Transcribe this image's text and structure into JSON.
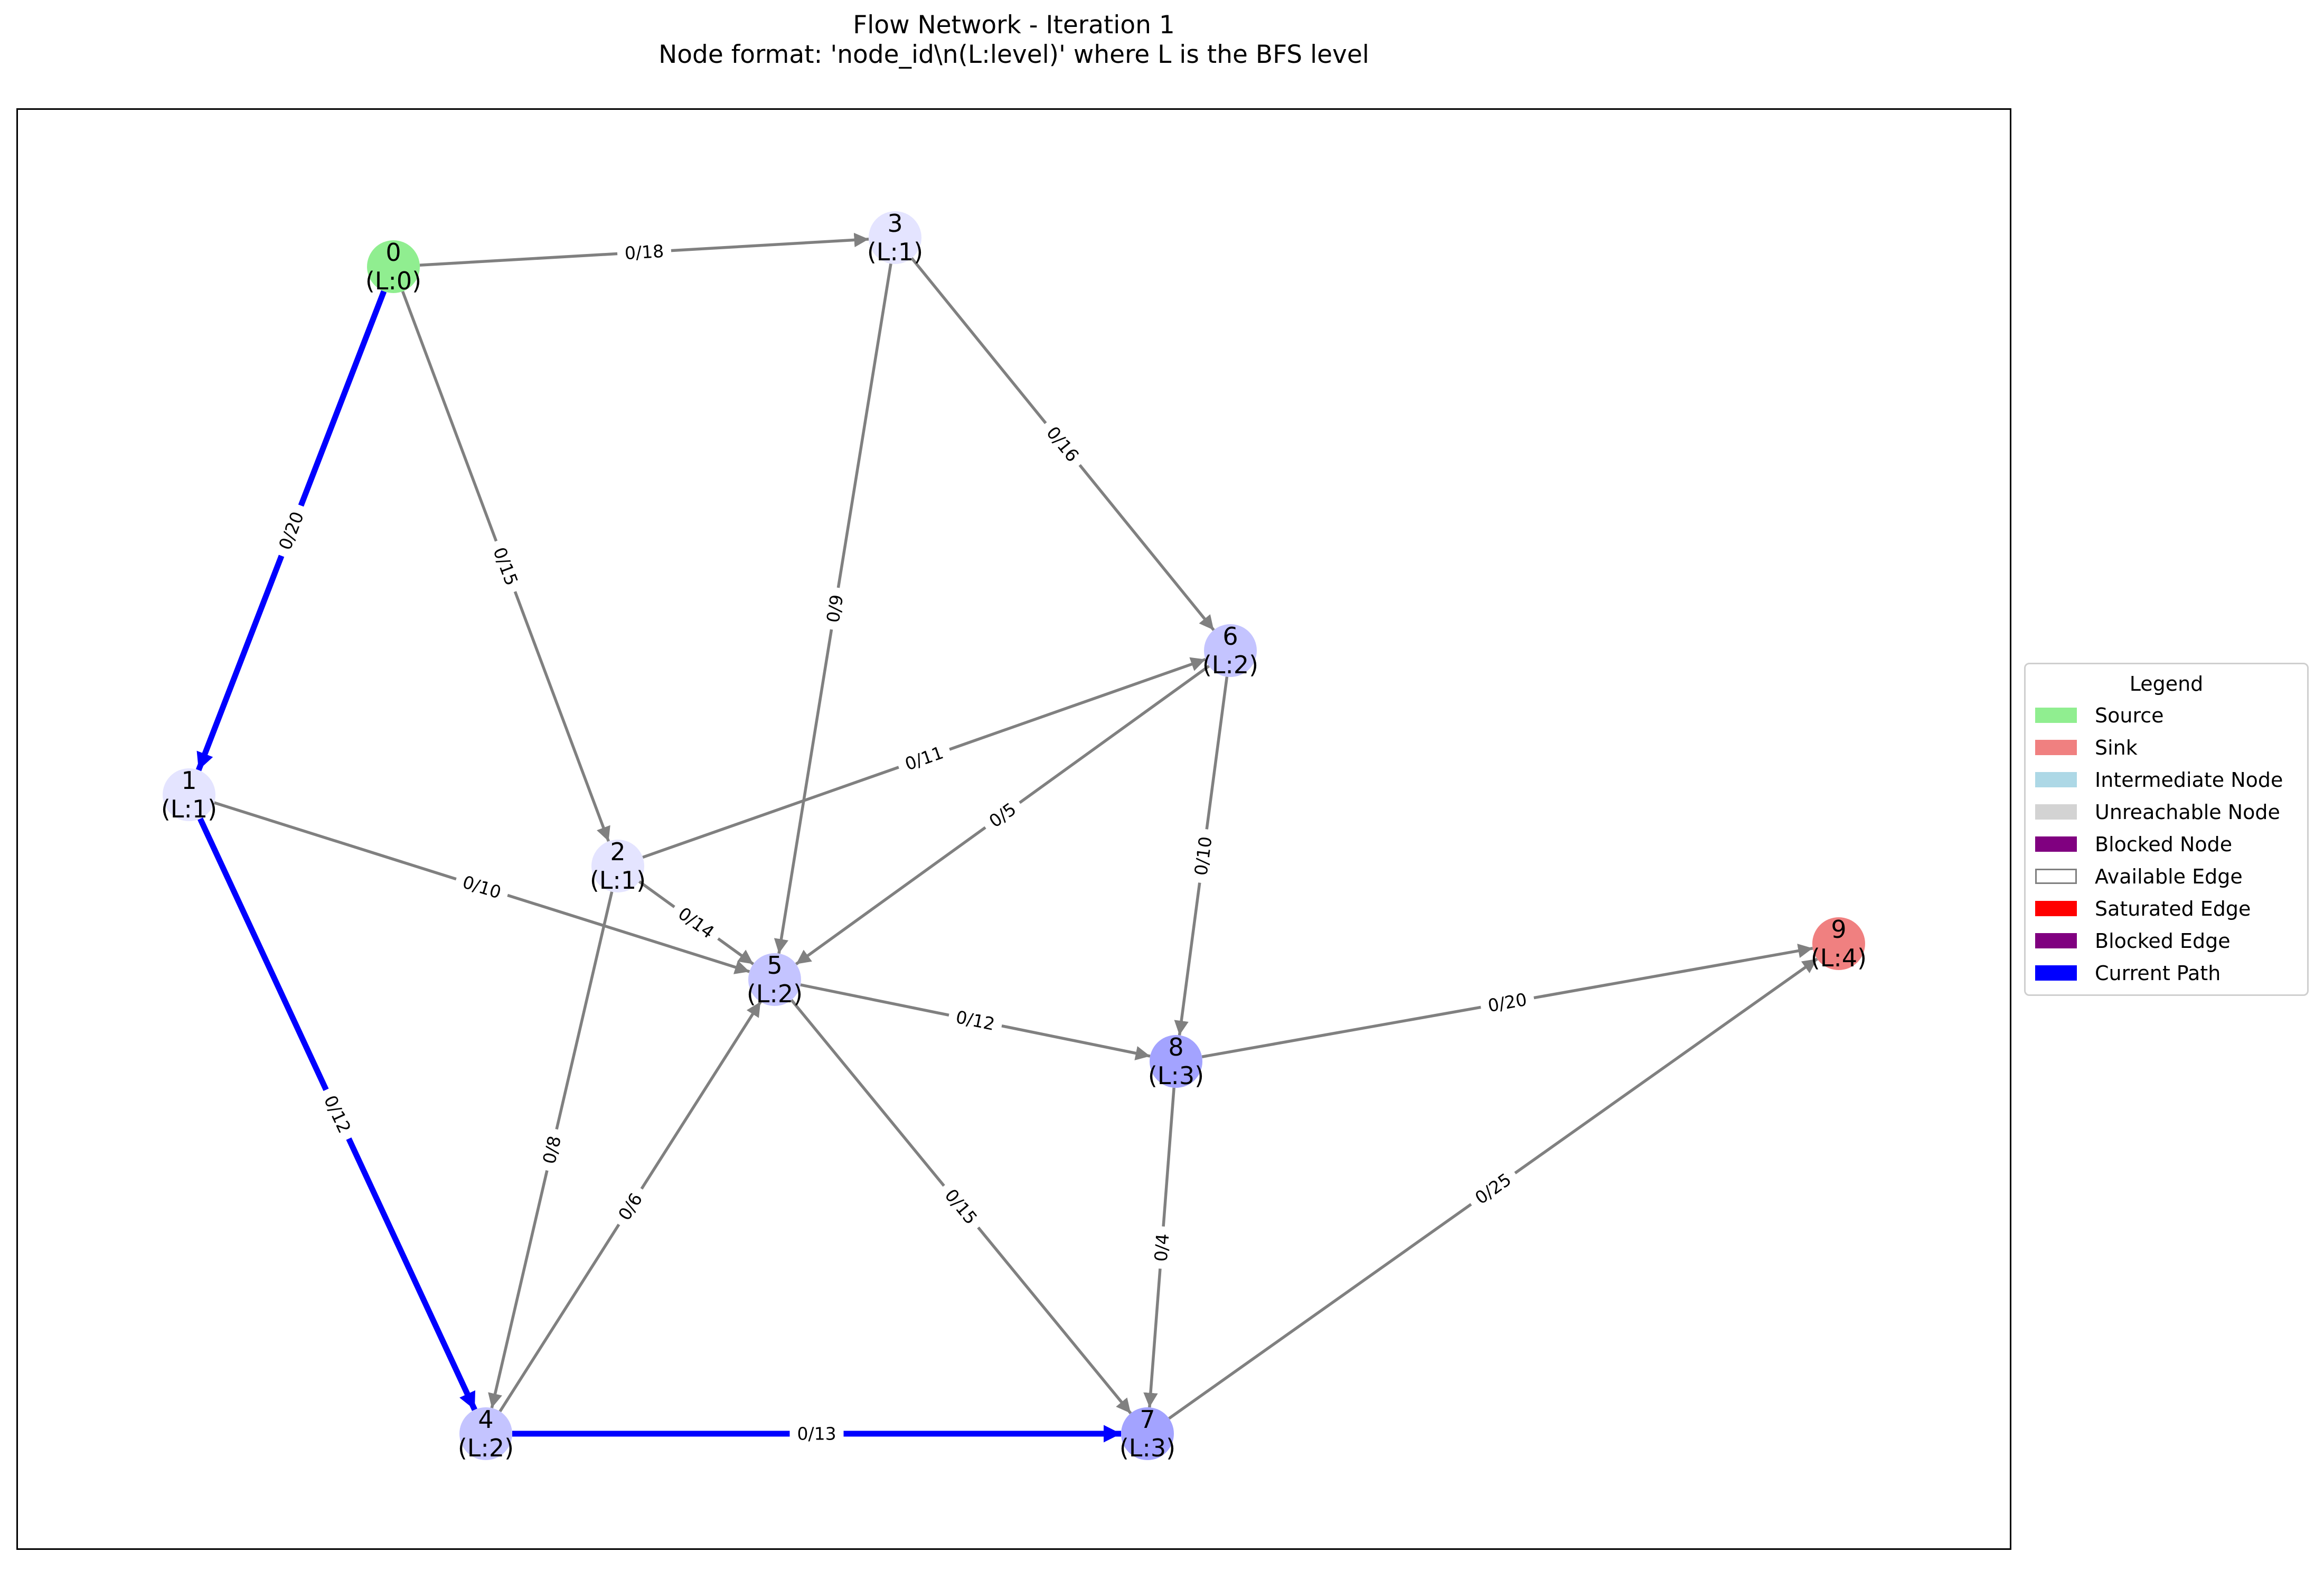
{
  "title": {
    "line1": "Flow Network - Iteration 1",
    "line2": "Node format: 'node_id\\n(L:level)' where L is the BFS level"
  },
  "colors": {
    "edge_default": "#808080",
    "edge_current_path": "#0000ff",
    "source": "#90ee90",
    "sink": "#f08080",
    "level1": "#e4e4ff",
    "level2": "#c4c4ff",
    "level3": "#a3a3ff"
  },
  "nodes": [
    {
      "id": "0",
      "level_label": "(L:0)",
      "role": "source"
    },
    {
      "id": "1",
      "level_label": "(L:1)",
      "role": "level1"
    },
    {
      "id": "2",
      "level_label": "(L:1)",
      "role": "level1"
    },
    {
      "id": "3",
      "level_label": "(L:1)",
      "role": "level1"
    },
    {
      "id": "4",
      "level_label": "(L:2)",
      "role": "level2"
    },
    {
      "id": "5",
      "level_label": "(L:2)",
      "role": "level2"
    },
    {
      "id": "6",
      "level_label": "(L:2)",
      "role": "level2"
    },
    {
      "id": "7",
      "level_label": "(L:3)",
      "role": "level3"
    },
    {
      "id": "8",
      "level_label": "(L:3)",
      "role": "level3"
    },
    {
      "id": "9",
      "level_label": "(L:4)",
      "role": "sink"
    }
  ],
  "edges": [
    {
      "from": "0",
      "to": "3",
      "label": "0/18",
      "current_path": false
    },
    {
      "from": "0",
      "to": "1",
      "label": "0/20",
      "current_path": true
    },
    {
      "from": "0",
      "to": "2",
      "label": "0/15",
      "current_path": false
    },
    {
      "from": "3",
      "to": "6",
      "label": "0/16",
      "current_path": false
    },
    {
      "from": "3",
      "to": "5",
      "label": "0/9",
      "current_path": false
    },
    {
      "from": "2",
      "to": "6",
      "label": "0/11",
      "current_path": false
    },
    {
      "from": "6",
      "to": "5",
      "label": "0/5",
      "current_path": false
    },
    {
      "from": "6",
      "to": "8",
      "label": "0/10",
      "current_path": false
    },
    {
      "from": "1",
      "to": "5",
      "label": "0/10",
      "current_path": false
    },
    {
      "from": "2",
      "to": "5",
      "label": "0/14",
      "current_path": false
    },
    {
      "from": "1",
      "to": "4",
      "label": "0/12",
      "current_path": true
    },
    {
      "from": "5",
      "to": "8",
      "label": "0/12",
      "current_path": false
    },
    {
      "from": "8",
      "to": "9",
      "label": "0/20",
      "current_path": false
    },
    {
      "from": "2",
      "to": "4",
      "label": "0/8",
      "current_path": false
    },
    {
      "from": "4",
      "to": "5",
      "label": "0/6",
      "current_path": false
    },
    {
      "from": "5",
      "to": "7",
      "label": "0/15",
      "current_path": false
    },
    {
      "from": "8",
      "to": "7",
      "label": "0/4",
      "current_path": false
    },
    {
      "from": "7",
      "to": "9",
      "label": "0/25",
      "current_path": false
    },
    {
      "from": "4",
      "to": "7",
      "label": "0/13",
      "current_path": true
    }
  ],
  "legend": {
    "title": "Legend",
    "items": [
      {
        "label": "Source",
        "color": "#90ee90",
        "style": "fill"
      },
      {
        "label": "Sink",
        "color": "#f08080",
        "style": "fill"
      },
      {
        "label": "Intermediate Node",
        "color": "#add8e6",
        "style": "fill"
      },
      {
        "label": "Unreachable Node",
        "color": "#d3d3d3",
        "style": "fill"
      },
      {
        "label": "Blocked Node",
        "color": "#800080",
        "style": "fill"
      },
      {
        "label": "Available Edge",
        "color": "#808080",
        "style": "outline"
      },
      {
        "label": "Saturated Edge",
        "color": "#ff0000",
        "style": "fill"
      },
      {
        "label": "Blocked Edge",
        "color": "#800080",
        "style": "fill"
      },
      {
        "label": "Current Path",
        "color": "#0000ff",
        "style": "fill"
      }
    ]
  }
}
